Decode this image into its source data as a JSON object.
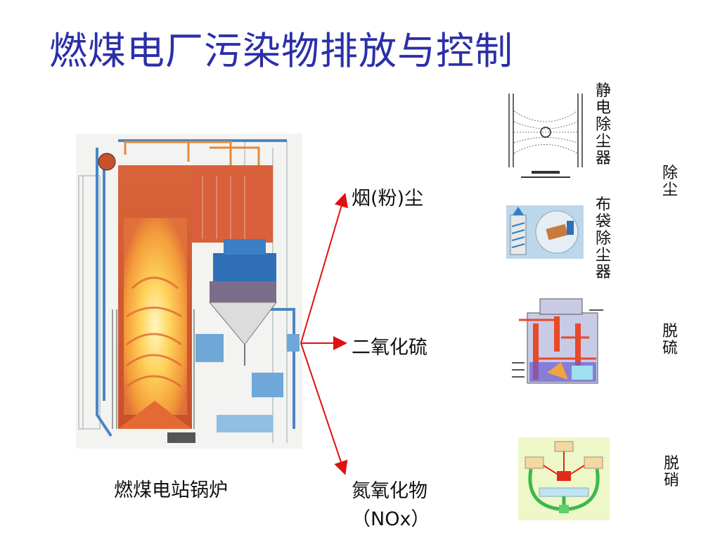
{
  "title": "燃煤电厂污染物排放与控制",
  "boiler_label": "燃煤电站锅炉",
  "pollutants": {
    "dust": "烟(粉)尘",
    "so2": "二氧化硫",
    "nox_line1": "氮氧化物",
    "nox_line2": "（NOx）"
  },
  "devices": {
    "esp": "静电除尘器",
    "bag": "布袋除尘器"
  },
  "categories": {
    "dust_removal": "除尘",
    "desulfurization": "脱硫",
    "denitrification": "脱硝"
  },
  "colors": {
    "title": "#2b2fa8",
    "arrow": "#e01010"
  }
}
